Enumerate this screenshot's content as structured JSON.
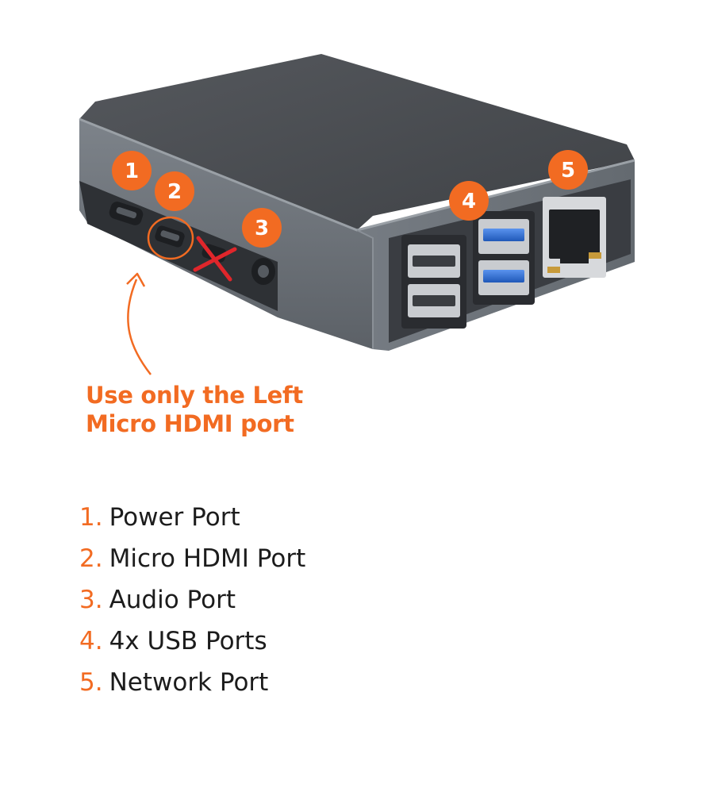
{
  "colors": {
    "accent": "#f26b22",
    "case_top": "#4a4d52",
    "case_side": "#6f757c",
    "usb3_blue": "#2f6fd6",
    "text": "#1c1c1c"
  },
  "callouts": [
    {
      "number": "1",
      "target": "power port"
    },
    {
      "number": "2",
      "target": "micro hdmi port"
    },
    {
      "number": "3",
      "target": "audio port"
    },
    {
      "number": "4",
      "target": "usb ports"
    },
    {
      "number": "5",
      "target": "network port"
    }
  ],
  "note": {
    "line1": "Use only the Left",
    "line2": "Micro HDMI port"
  },
  "legend": [
    {
      "number": "1.",
      "label": "Power Port"
    },
    {
      "number": "2.",
      "label": "Micro HDMI Port"
    },
    {
      "number": "3.",
      "label": "Audio Port"
    },
    {
      "number": "4.",
      "label": "4x USB Ports"
    },
    {
      "number": "5.",
      "label": "Network Port"
    }
  ]
}
